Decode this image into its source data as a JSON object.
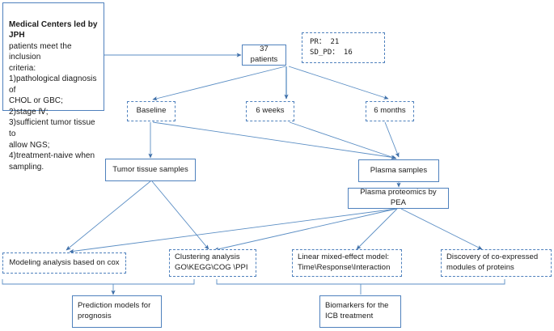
{
  "diagram": {
    "title": "Study design flowchart",
    "colors": {
      "node_border": "#4f81bd",
      "edge": "#4f81bd",
      "text": "#1a1a1a",
      "background": "#ffffff"
    }
  },
  "nodes": {
    "info": {
      "title": "Medical Centers led by JPH",
      "body": "patients meet the inclusion\ncriteria:\n1)pathological diagnosis of\nCHOL or GBC;\n2)stage Ⅳ;\n3)sufficient tumor tissue to\nallow NGS;\n4)treatment-naive when\nsampling."
    },
    "patients": {
      "label": "37 patients"
    },
    "stats": {
      "label": "PR： 21\nSD_PD： 16"
    },
    "baseline": {
      "label": "Baseline"
    },
    "six_weeks": {
      "label": "6 weeks"
    },
    "six_months": {
      "label": "6 months"
    },
    "tumor_tissue": {
      "label": "Tumor tissue samples"
    },
    "plasma_samples": {
      "label": "Plasma samples"
    },
    "plasma_proteomics": {
      "label": "Plasma proteomics by PEA"
    },
    "modeling": {
      "label": "Modeling analysis based on cox"
    },
    "clustering": {
      "label": "Clustering analysis\nGO\\KEGG\\COG \\PPI"
    },
    "linear_model": {
      "label": "Linear mixed-effect model:\nTime\\Response\\Interaction"
    },
    "coexpressed": {
      "label": "Discovery of co-expressed\nmodules of proteins"
    },
    "prediction": {
      "label": "Prediction models for\nprognosis"
    },
    "biomarkers": {
      "label": "Biomarkers for the\nICB treatment"
    }
  },
  "edges": [
    {
      "from": "info",
      "to": "patients"
    },
    {
      "from": "patients",
      "to": "baseline"
    },
    {
      "from": "patients",
      "to": "six_weeks"
    },
    {
      "from": "patients",
      "to": "six_months"
    },
    {
      "from": "baseline",
      "to": "tumor_tissue"
    },
    {
      "from": "baseline",
      "to": "plasma_samples"
    },
    {
      "from": "six_weeks",
      "to": "plasma_samples"
    },
    {
      "from": "six_months",
      "to": "plasma_samples"
    },
    {
      "from": "plasma_samples",
      "to": "plasma_proteomics"
    },
    {
      "from": "tumor_tissue",
      "to": "modeling"
    },
    {
      "from": "tumor_tissue",
      "to": "clustering"
    },
    {
      "from": "plasma_proteomics",
      "to": "modeling"
    },
    {
      "from": "plasma_proteomics",
      "to": "clustering"
    },
    {
      "from": "plasma_proteomics",
      "to": "linear_model"
    },
    {
      "from": "plasma_proteomics",
      "to": "coexpressed"
    },
    {
      "from": "bracket_left",
      "to": "prediction"
    },
    {
      "from": "bracket_right",
      "to": "biomarkers"
    }
  ]
}
